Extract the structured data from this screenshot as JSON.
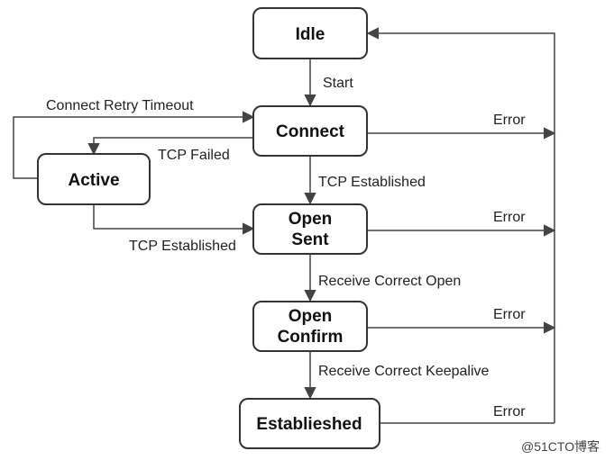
{
  "states": {
    "idle": "Idle",
    "connect": "Connect",
    "active": "Active",
    "open_sent_1": "Open",
    "open_sent_2": "Sent",
    "open_confirm_1": "Open",
    "open_confirm_2": "Confirm",
    "established": "Establieshed"
  },
  "edges": {
    "start": "Start",
    "connect_retry_timeout": "Connect Retry Timeout",
    "tcp_failed": "TCP Failed",
    "tcp_established_connect": "TCP Established",
    "tcp_established_active": "TCP Established",
    "receive_correct_open": "Receive Correct Open",
    "receive_correct_keepalive": "Receive Correct Keepalive",
    "error_connect": "Error",
    "error_open_sent": "Error",
    "error_open_confirm": "Error",
    "error_established": "Error"
  },
  "watermark": "@51CTO博客",
  "colors": {
    "stroke": "#333333",
    "text": "#111111",
    "background": "#ffffff"
  }
}
